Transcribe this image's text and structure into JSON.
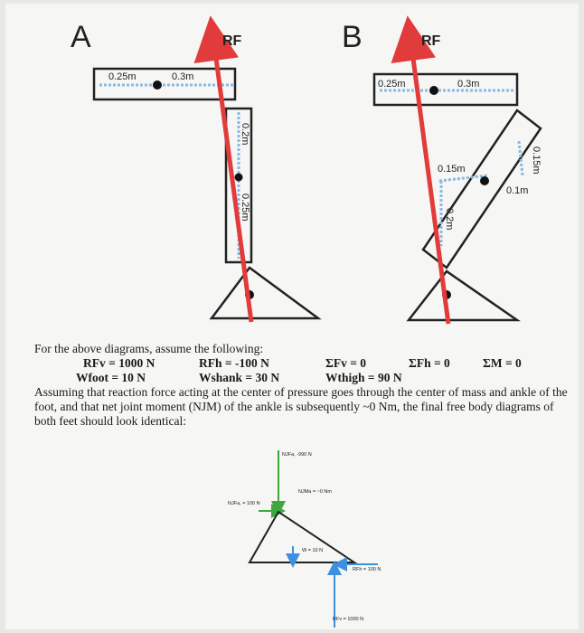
{
  "diagram_a": {
    "label": "A",
    "force_label": "RF",
    "thigh_left": "0.25m",
    "thigh_right": "0.3m",
    "shank_top": "0.2m",
    "shank_bottom": "0.25m"
  },
  "diagram_b": {
    "label": "B",
    "force_label": "RF",
    "thigh_left": "0.25m",
    "thigh_right": "0.3m",
    "shank_side": "0.15m",
    "shank_top": "0.15m",
    "shank_right": "0.1m",
    "foot_vertical": "0.2m"
  },
  "text": {
    "intro": "For the above diagrams, assume the following:",
    "rfv": "RFv = 1000 N",
    "rfh": "RFh = -100 N",
    "sum_fv": "ΣFv = 0",
    "sum_fh": "ΣFh = 0",
    "sum_m": "ΣM = 0",
    "w_foot": "Wfoot = 10 N",
    "w_shank": "Wshank = 30 N",
    "w_thigh": "Wthigh = 90 N",
    "paragraph": "Assuming that reaction force acting at the center of pressure goes through the center of mass and ankle of the foot, and that net joint moment (NJM) of the ankle is subsequently ~0 Nm, the final free body diagrams of both feet should look identical:"
  },
  "fbd": {
    "njf_v": "NJFa, -990 N",
    "njm": "NJMa = ~0 Nm",
    "njf_h": "NJFa, = 100 N",
    "w_foot": "W = 10 N",
    "rfh": "RFh = 100 N",
    "rfv": "RFv = 1000 N"
  },
  "colors": {
    "force_red": "#e23b3b",
    "dotted_blue": "#8ab8e6",
    "fbd_green": "#3ea83e",
    "fbd_blue": "#3d8fe0"
  }
}
